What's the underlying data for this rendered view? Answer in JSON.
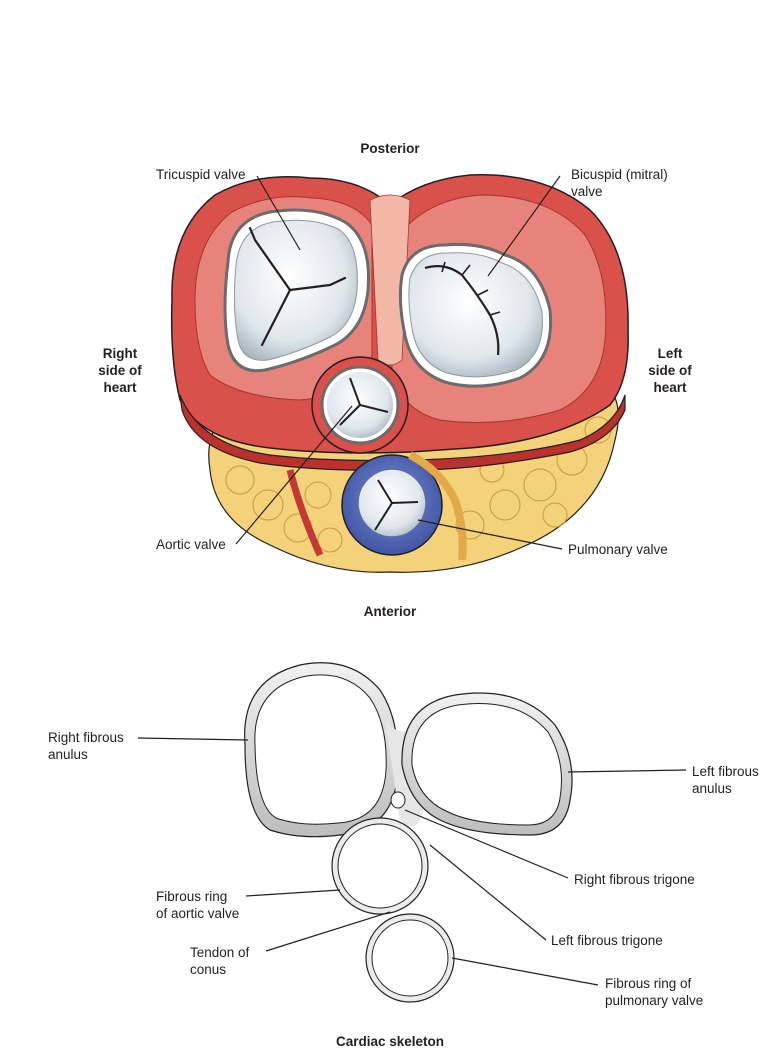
{
  "top": {
    "posterior": "Posterior",
    "anterior": "Anterior",
    "right_side": "Right\nside of\nheart",
    "left_side": "Left\nside of\nheart",
    "tricuspid": "Tricuspid valve",
    "bicuspid": "Bicuspid (mitral)\nvalve",
    "aortic": "Aortic valve",
    "pulmonary": "Pulmonary valve"
  },
  "bottom": {
    "right_anulus": "Right fibrous\nanulus",
    "left_anulus": "Left fibrous\nanulus",
    "right_trigone": "Right fibrous trigone",
    "left_trigone": "Left fibrous trigone",
    "aortic_ring": "Fibrous ring\nof aortic valve",
    "tendon": "Tendon of\nconus",
    "pulmonary_ring": "Fibrous ring of\npulmonary valve",
    "caption": "Cardiac skeleton"
  },
  "colors": {
    "muscle": "#d9514a",
    "muscle_dark": "#b9322e",
    "fat": "#f3d27a",
    "valve": "#e4ebef",
    "pulmonary": "#4d66b5",
    "outline": "#231f20"
  }
}
